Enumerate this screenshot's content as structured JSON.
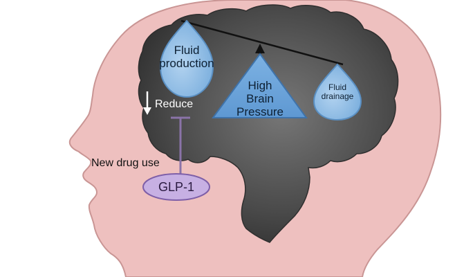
{
  "labels": {
    "fluid_production_line1": "Fluid",
    "fluid_production_line2": "production",
    "high_line1": "High",
    "high_line2": "Brain",
    "high_line3": "Pressure",
    "fluid_drainage_line1": "Fluid",
    "fluid_drainage_line2": "drainage",
    "reduce": "Reduce",
    "new_drug_use": "New drug use",
    "glp1": "GLP-1"
  },
  "colors": {
    "skin": "#eec0bf",
    "skin_outline": "#c99594",
    "brain_light": "#6a6a6a",
    "brain_dark": "#3a3a3a",
    "drop_fill": "#8fbde6",
    "drop_outline": "#5a8fc2",
    "triangle_fill": "#6aa3da",
    "triangle_outline": "#3f73aa",
    "glp1_fill": "#c7b0e3",
    "glp1_outline": "#7e5fa8",
    "inhibitor_line": "#8a73a8"
  },
  "icons": [
    "balance-beam",
    "up-arrow-icon",
    "down-arrow-icon",
    "inhibition-bar"
  ]
}
